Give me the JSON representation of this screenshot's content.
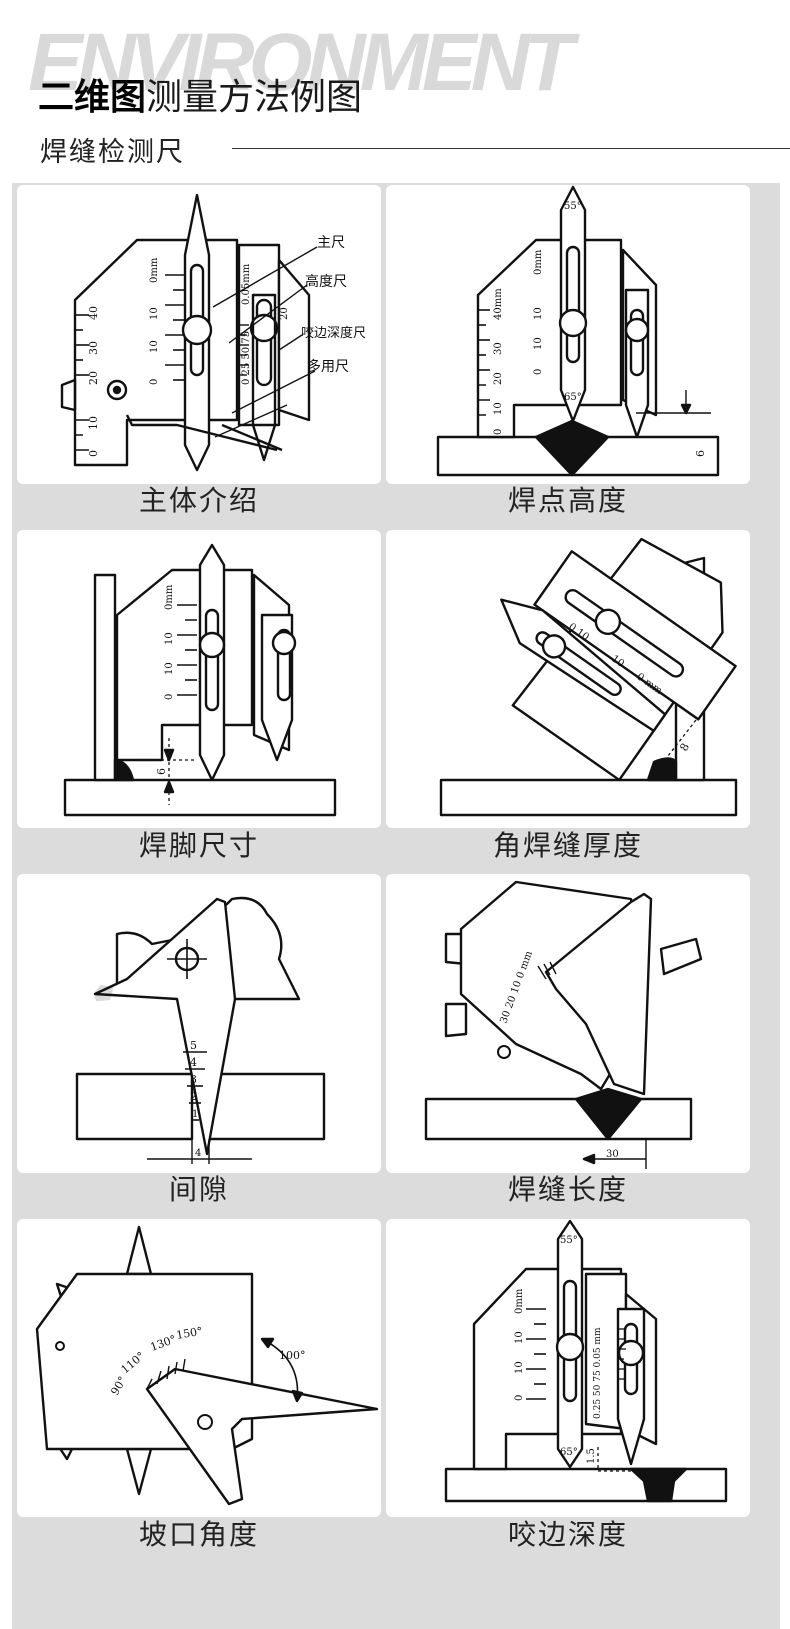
{
  "header": {
    "watermark": "ENVIRONMENT",
    "title_bold": "二维图",
    "title_rest": "测量方法例图",
    "subtitle": "焊缝检测尺"
  },
  "panels": [
    {
      "caption": "主体介绍",
      "labels": [
        "主尺",
        "高度尺",
        "咬边深度尺",
        "多用尺"
      ],
      "scale_marks": [
        "40",
        "30",
        "20",
        "10",
        "0",
        "0mm",
        "10",
        "10",
        "0",
        "0.05mm",
        "20",
        "0 25 50 75"
      ]
    },
    {
      "caption": "焊点高度",
      "scale_marks": [
        "55°",
        "65°",
        "40mm",
        "30",
        "20",
        "10",
        "0",
        "0mm",
        "10",
        "10",
        "0",
        "6"
      ]
    },
    {
      "caption": "焊脚尺寸",
      "scale_marks": [
        "0mm",
        "10",
        "10",
        "0",
        "6"
      ]
    },
    {
      "caption": "角焊缝厚度",
      "scale_marks": [
        "0 10",
        "10",
        "0 mm",
        "8"
      ]
    },
    {
      "caption": "间隙",
      "scale_marks": [
        "5",
        "4",
        "3",
        "2",
        "1",
        "4"
      ]
    },
    {
      "caption": "焊缝长度",
      "scale_marks": [
        "30 20 10 0 mm",
        "30"
      ]
    },
    {
      "caption": "坡口角度",
      "scale_marks": [
        "90°",
        "110°",
        "130°",
        "150°",
        "100°"
      ]
    },
    {
      "caption": "咬边深度",
      "scale_marks": [
        "55°",
        "65°",
        "0mm",
        "10",
        "10",
        "0",
        "0.25 50 75 0.05 mm",
        "1.5"
      ]
    }
  ]
}
